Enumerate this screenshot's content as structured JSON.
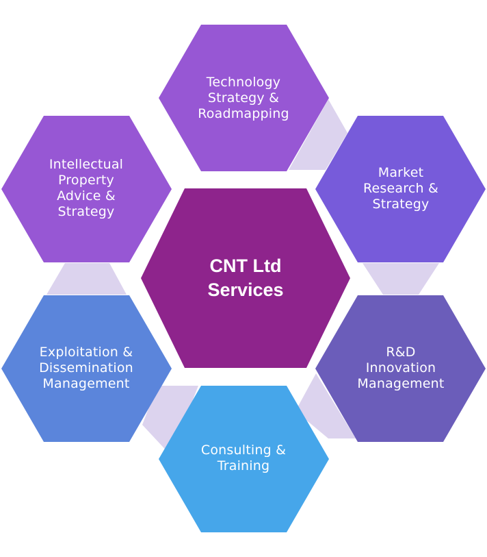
{
  "diagram": {
    "center": {
      "label": "CNT Ltd\nServices",
      "color": "#8e248c"
    },
    "services": [
      {
        "id": "technology",
        "label": "Technology\nStrategy &\nRoadmapping",
        "color": "#9757d4"
      },
      {
        "id": "market",
        "label": "Market\nResearch &\nStrategy",
        "color": "#775bda"
      },
      {
        "id": "rnd",
        "label": "R&D\nInnovation\nManagement",
        "color": "#6b5dba"
      },
      {
        "id": "consulting",
        "label": "Consulting &\nTraining",
        "color": "#46a6ea"
      },
      {
        "id": "exploitation",
        "label": "Exploitation &\nDissemination\nManagement",
        "color": "#5b85db"
      },
      {
        "id": "ip",
        "label": "Intellectual\nProperty\nAdvice &\nStrategy",
        "color": "#9757d4"
      }
    ],
    "connector_color": "#dcd3ee"
  }
}
